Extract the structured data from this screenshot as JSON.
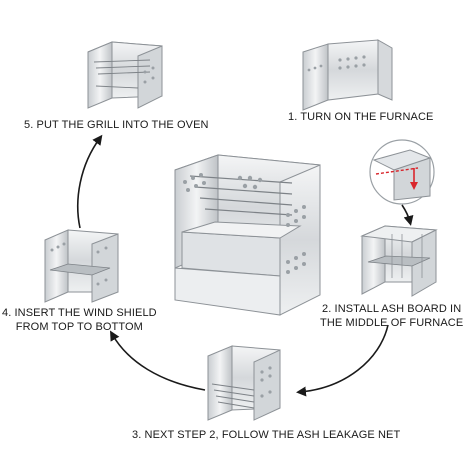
{
  "steps": [
    {
      "id": 1,
      "lines": [
        "1. TURN ON THE FURNACE"
      ]
    },
    {
      "id": 2,
      "lines": [
        "2. INSTALL ASH BOARD IN",
        "THE MIDDLE OF FURNACE"
      ]
    },
    {
      "id": 3,
      "lines": [
        "3. NEXT STEP 2, FOLLOW THE ASH LEAKAGE NET"
      ]
    },
    {
      "id": 4,
      "lines": [
        "4. INSERT THE WIND SHIELD",
        "FROM TOP TO BOTTOM"
      ]
    },
    {
      "id": 5,
      "lines": [
        "5. PUT THE GRILL INTO THE OVEN"
      ]
    }
  ],
  "colors": {
    "background": "#ffffff",
    "steel_light": "#e6e8ea",
    "steel_mid": "#c3c7cb",
    "steel_dark": "#8d9297",
    "arrow": "#1a1a1a",
    "indicator_arrow": "#d9262c",
    "indicator_dash": "#d9262c"
  },
  "icons": [
    "stove-assembled",
    "stove-open-panels",
    "ash-board-stove",
    "wind-shield-stove",
    "grill-stove",
    "insert-indicator-arrow",
    "cycle-arrow"
  ]
}
